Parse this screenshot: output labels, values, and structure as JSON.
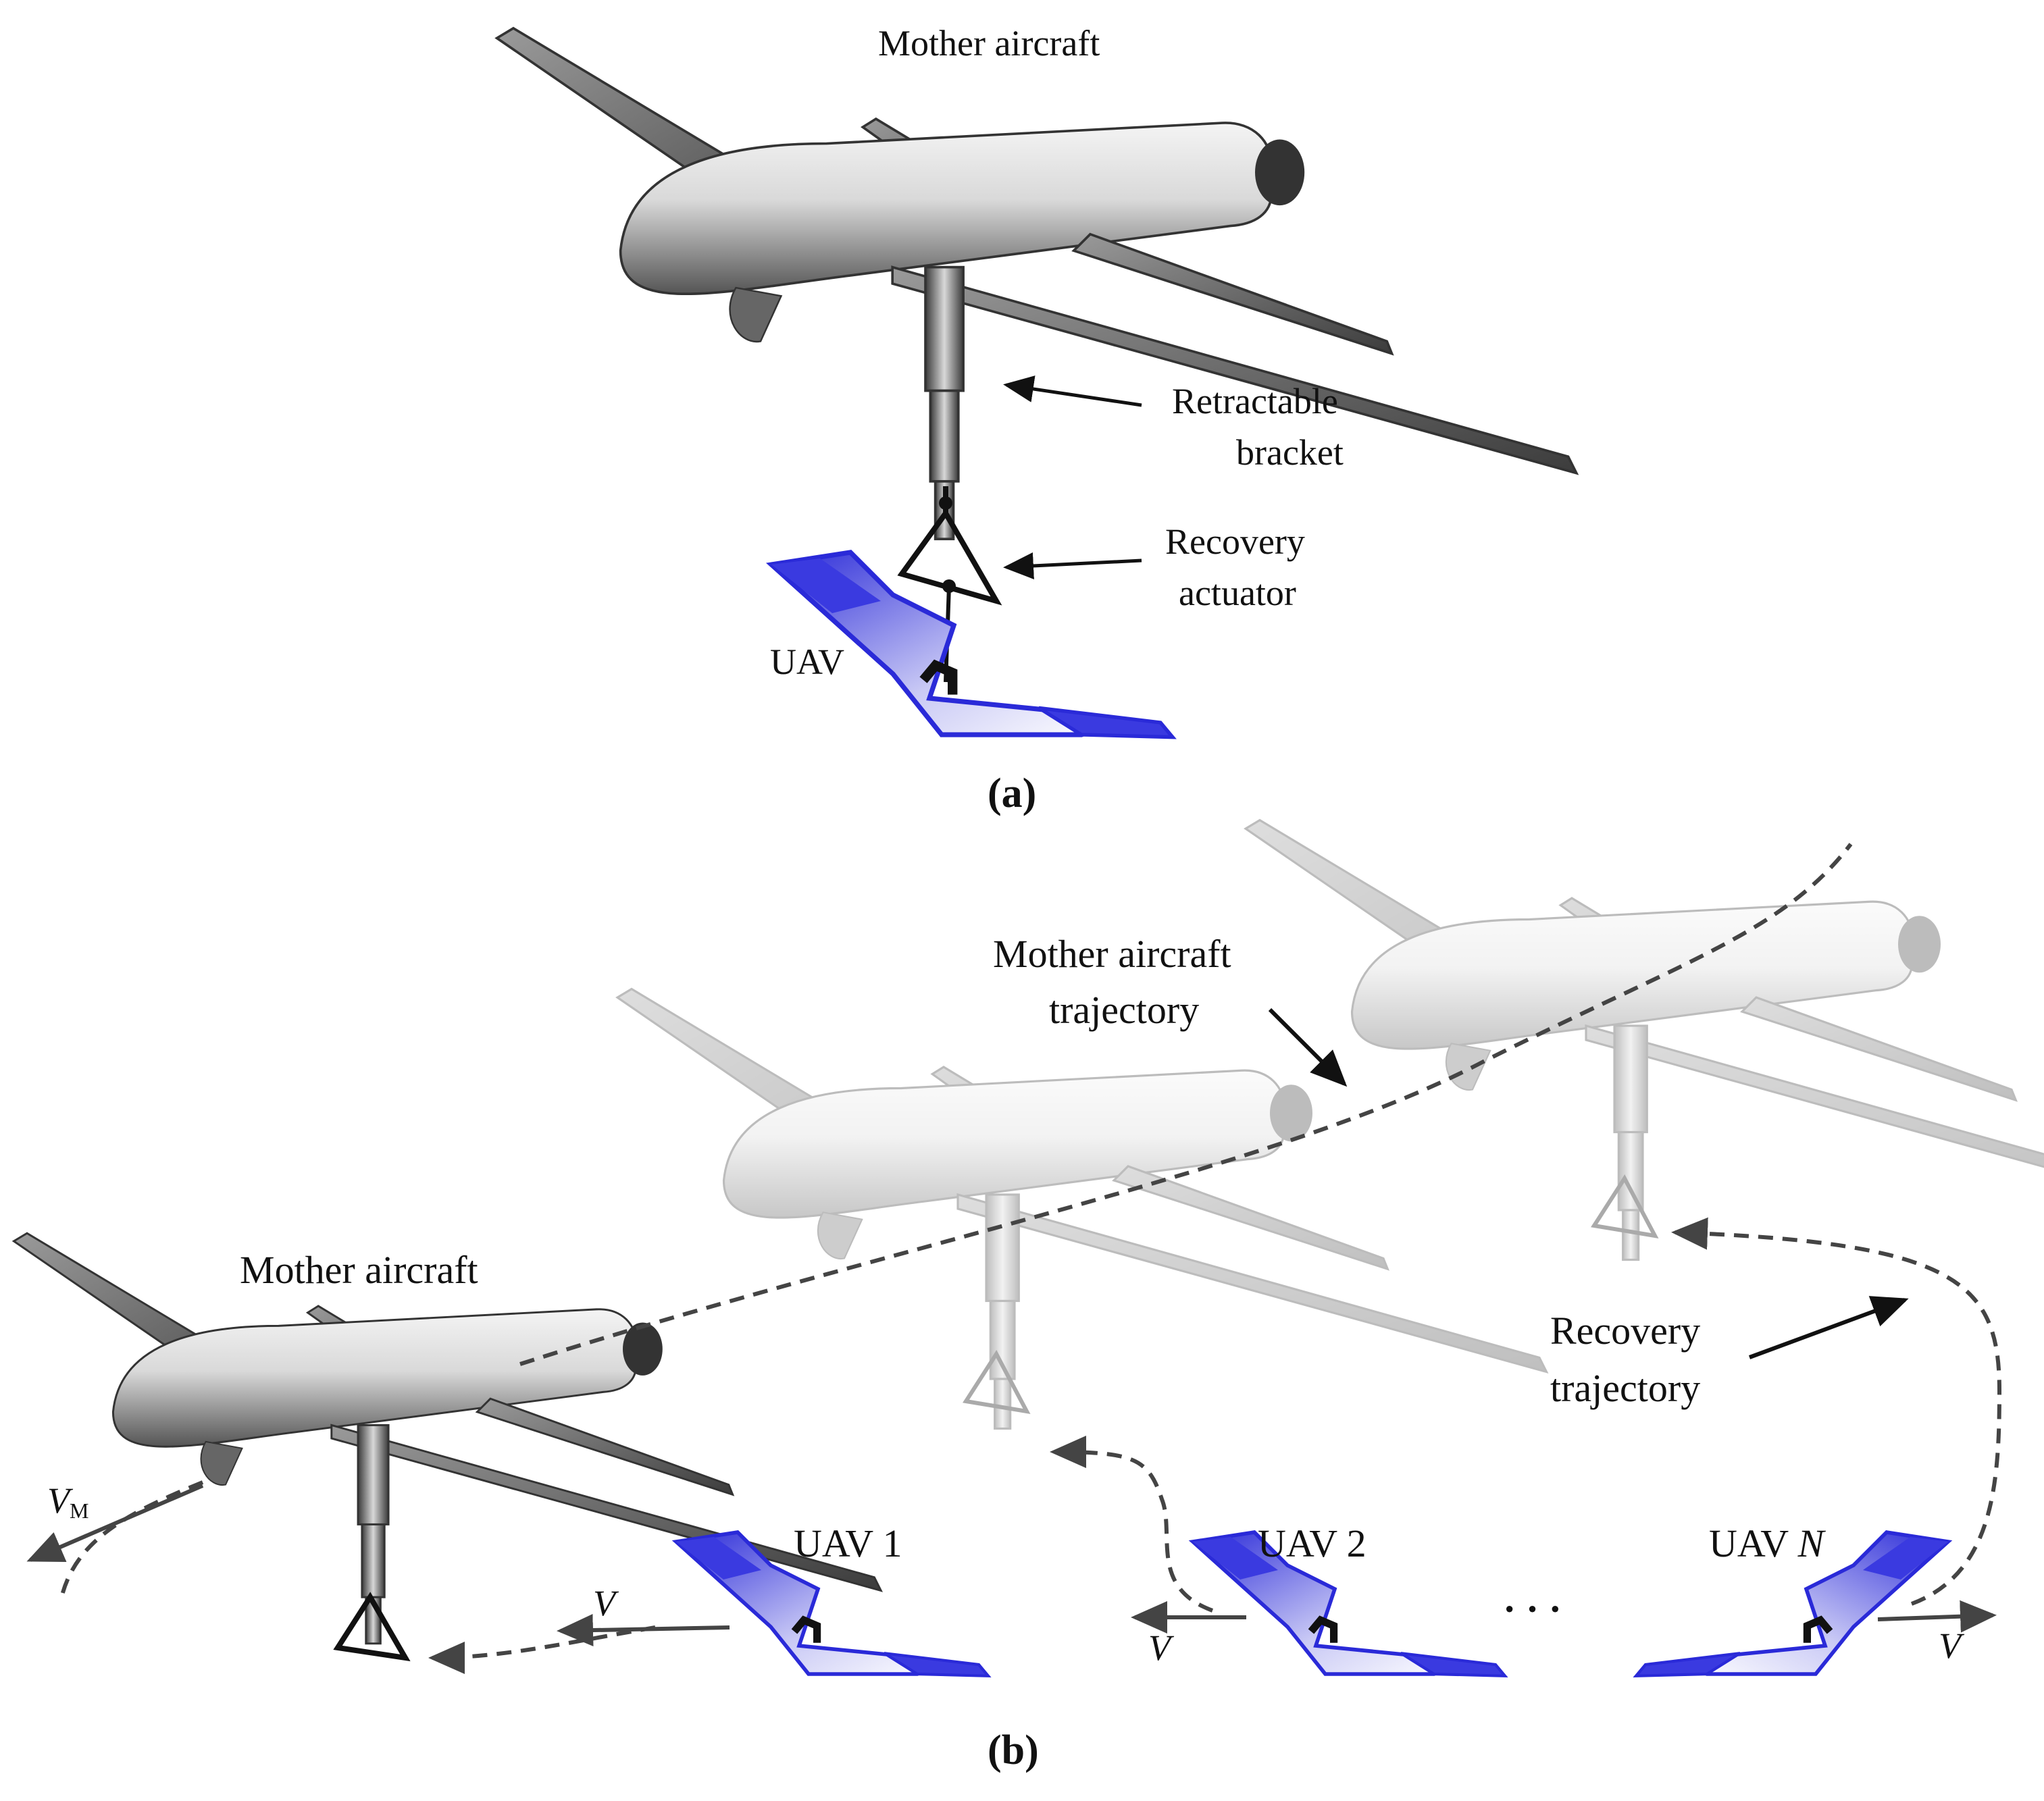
{
  "panel_a": {
    "label": "(a)",
    "mother_aircraft": "Mother aircraft",
    "retractable_line1": "Retractable",
    "retractable_line2": "bracket",
    "recovery_line1": "Recovery",
    "recovery_line2": "actuator",
    "uav": "UAV"
  },
  "panel_b": {
    "label": "(b)",
    "mother_aircraft": "Mother aircraft",
    "trajectory_line1": "Mother aircraft",
    "trajectory_line2": "trajectory",
    "recovery_traj_line1": "Recovery",
    "recovery_traj_line2": "trajectory",
    "vm_main": "V",
    "vm_sub": "M",
    "v": "V",
    "uav1": "UAV 1",
    "uav2": "UAV 2",
    "uavn_prefix": "UAV ",
    "uavn_suffix": "N",
    "ellipsis": "· · ·"
  },
  "colors": {
    "uav_blue": "#3a3ae0",
    "aircraft_dark": "#555555",
    "aircraft_ghost": "#c8c8c8",
    "dash": "#444444"
  }
}
